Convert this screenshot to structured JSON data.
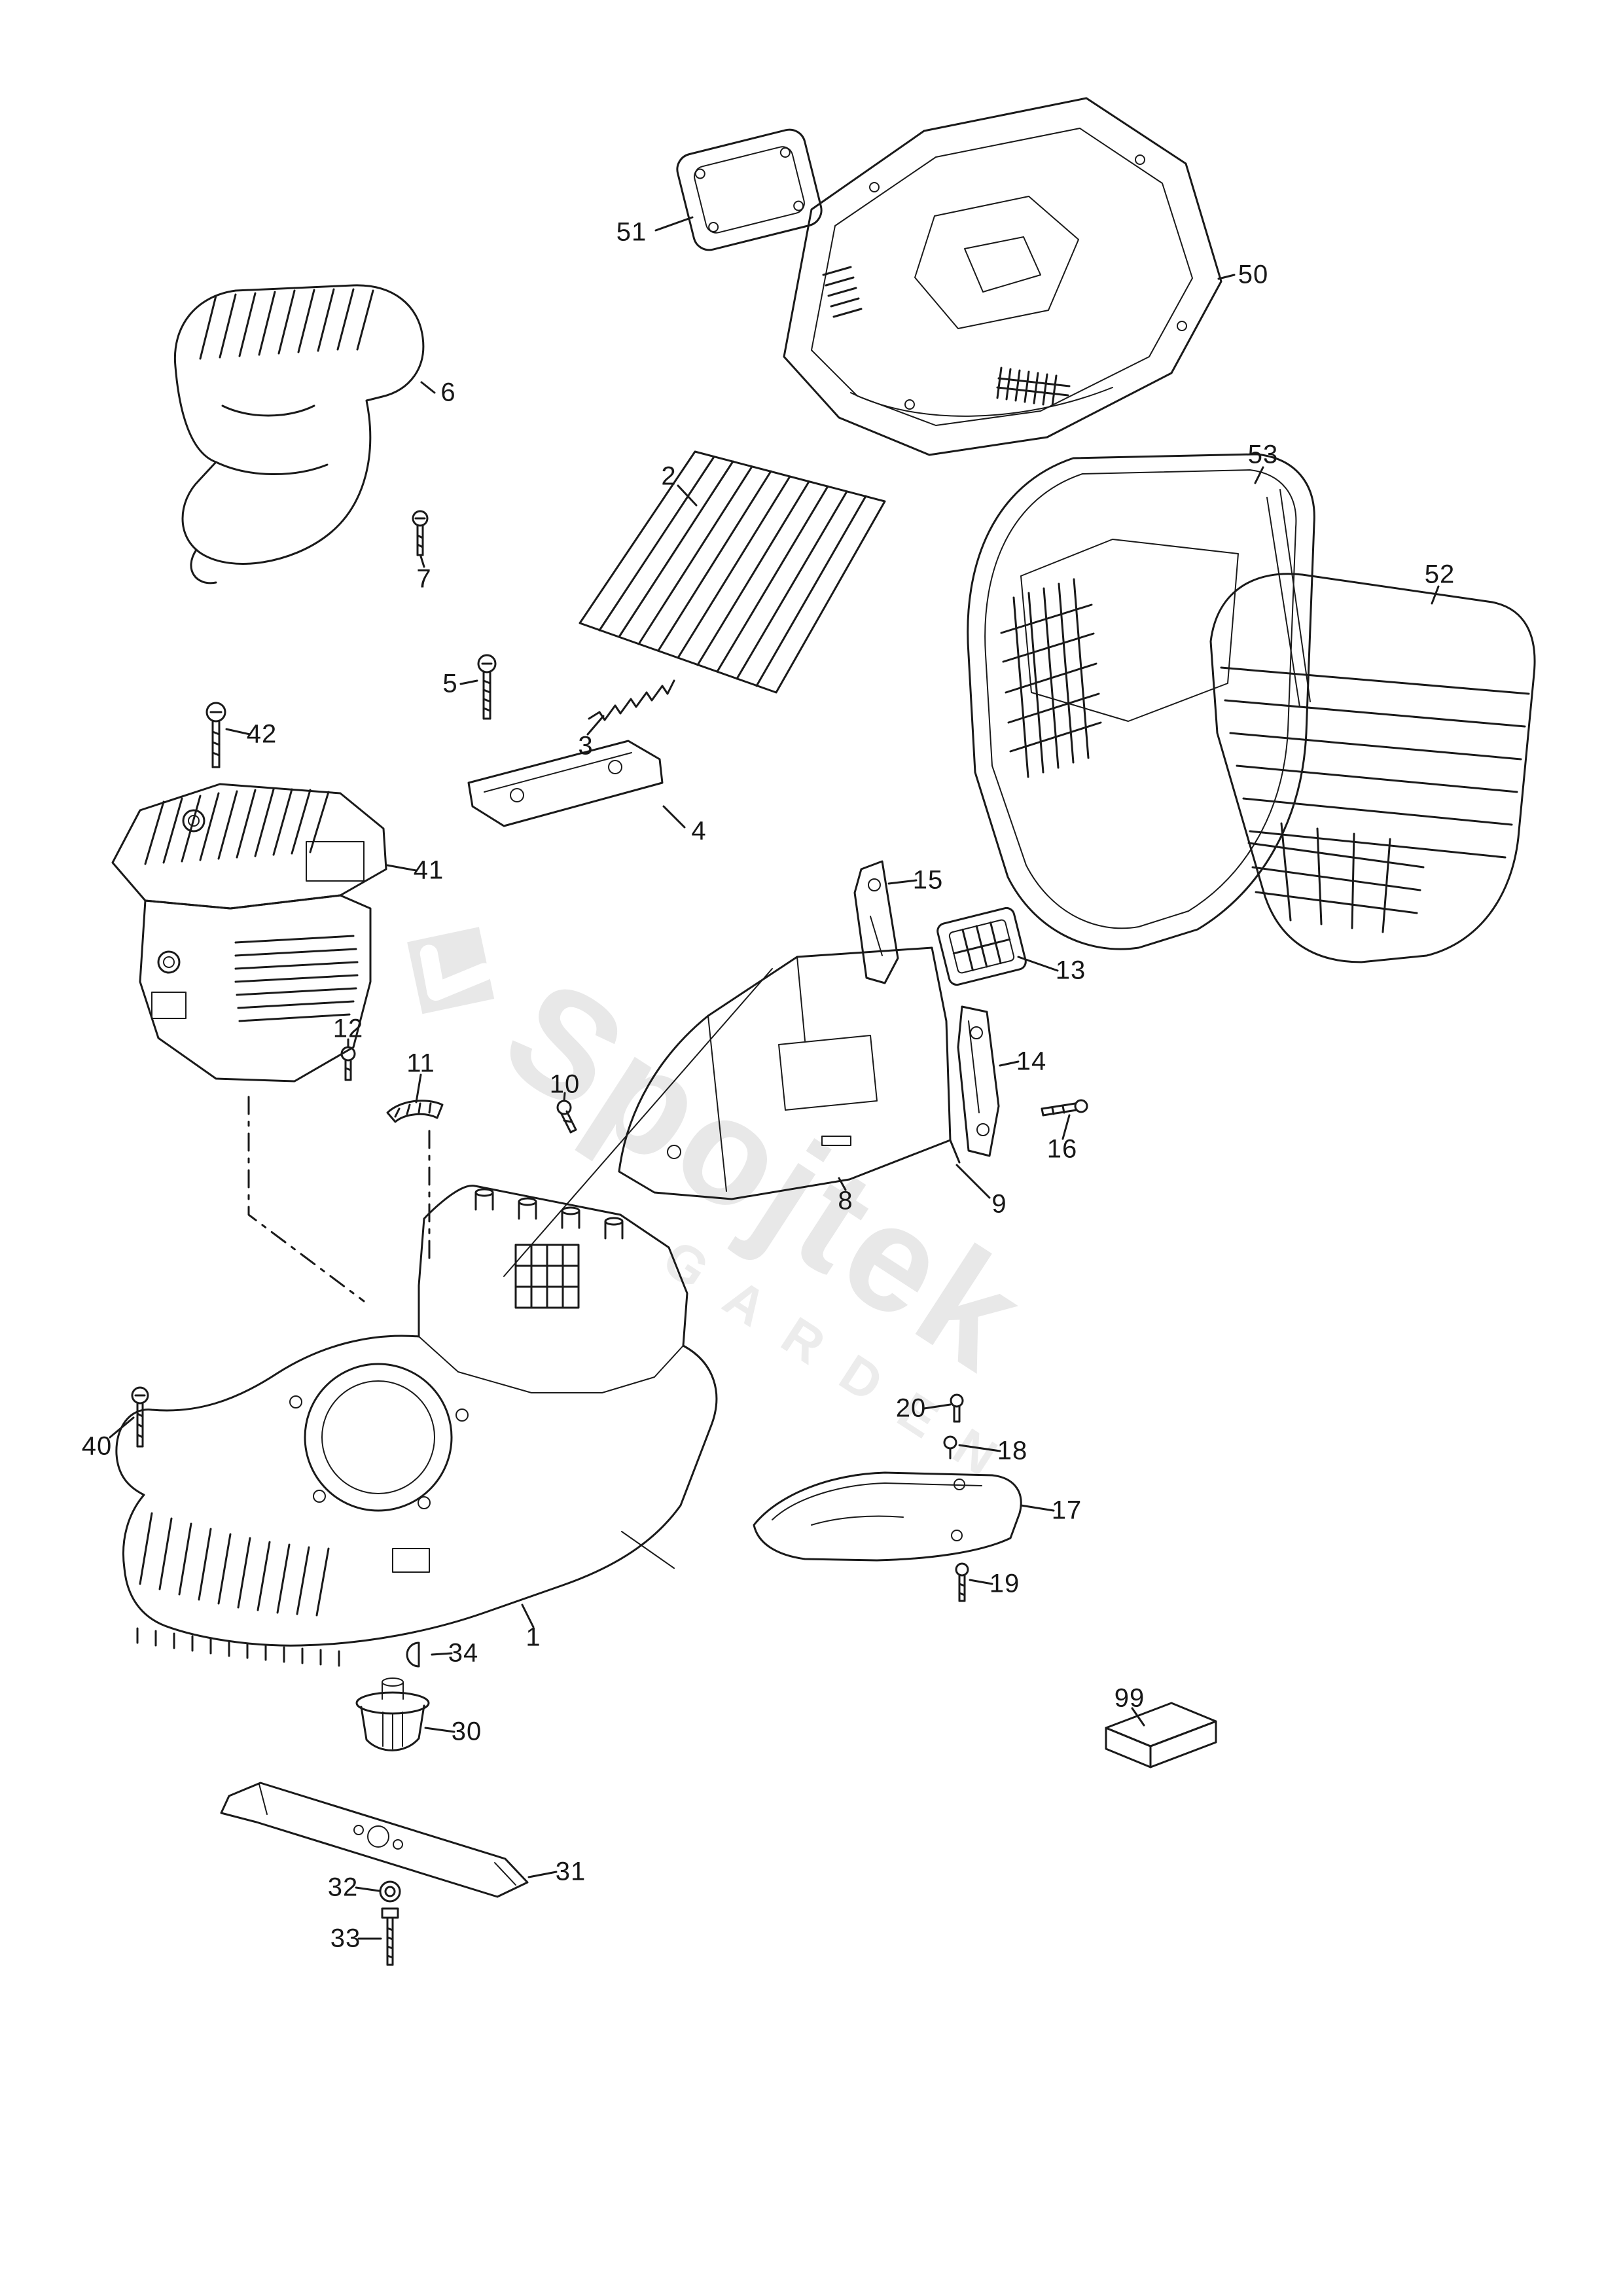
{
  "watermark": {
    "brand": "Spojtek",
    "sub": "GARDEN"
  },
  "colors": {
    "line": "#1a1a1a",
    "label": "#171717",
    "watermark": "#e8e8e8",
    "background": "#ffffff"
  },
  "parts": [
    {
      "number": "51"
    },
    {
      "number": "50"
    },
    {
      "number": "6"
    },
    {
      "number": "7"
    },
    {
      "number": "2"
    },
    {
      "number": "53"
    },
    {
      "number": "52"
    },
    {
      "number": "5"
    },
    {
      "number": "3"
    },
    {
      "number": "4"
    },
    {
      "number": "42"
    },
    {
      "number": "41"
    },
    {
      "number": "15"
    },
    {
      "number": "13"
    },
    {
      "number": "12"
    },
    {
      "number": "11"
    },
    {
      "number": "14"
    },
    {
      "number": "10"
    },
    {
      "number": "16"
    },
    {
      "number": "8"
    },
    {
      "number": "9"
    },
    {
      "number": "20"
    },
    {
      "number": "18"
    },
    {
      "number": "17"
    },
    {
      "number": "19"
    },
    {
      "number": "40"
    },
    {
      "number": "1"
    },
    {
      "number": "34"
    },
    {
      "number": "30"
    },
    {
      "number": "31"
    },
    {
      "number": "32"
    },
    {
      "number": "33"
    },
    {
      "number": "99"
    }
  ]
}
